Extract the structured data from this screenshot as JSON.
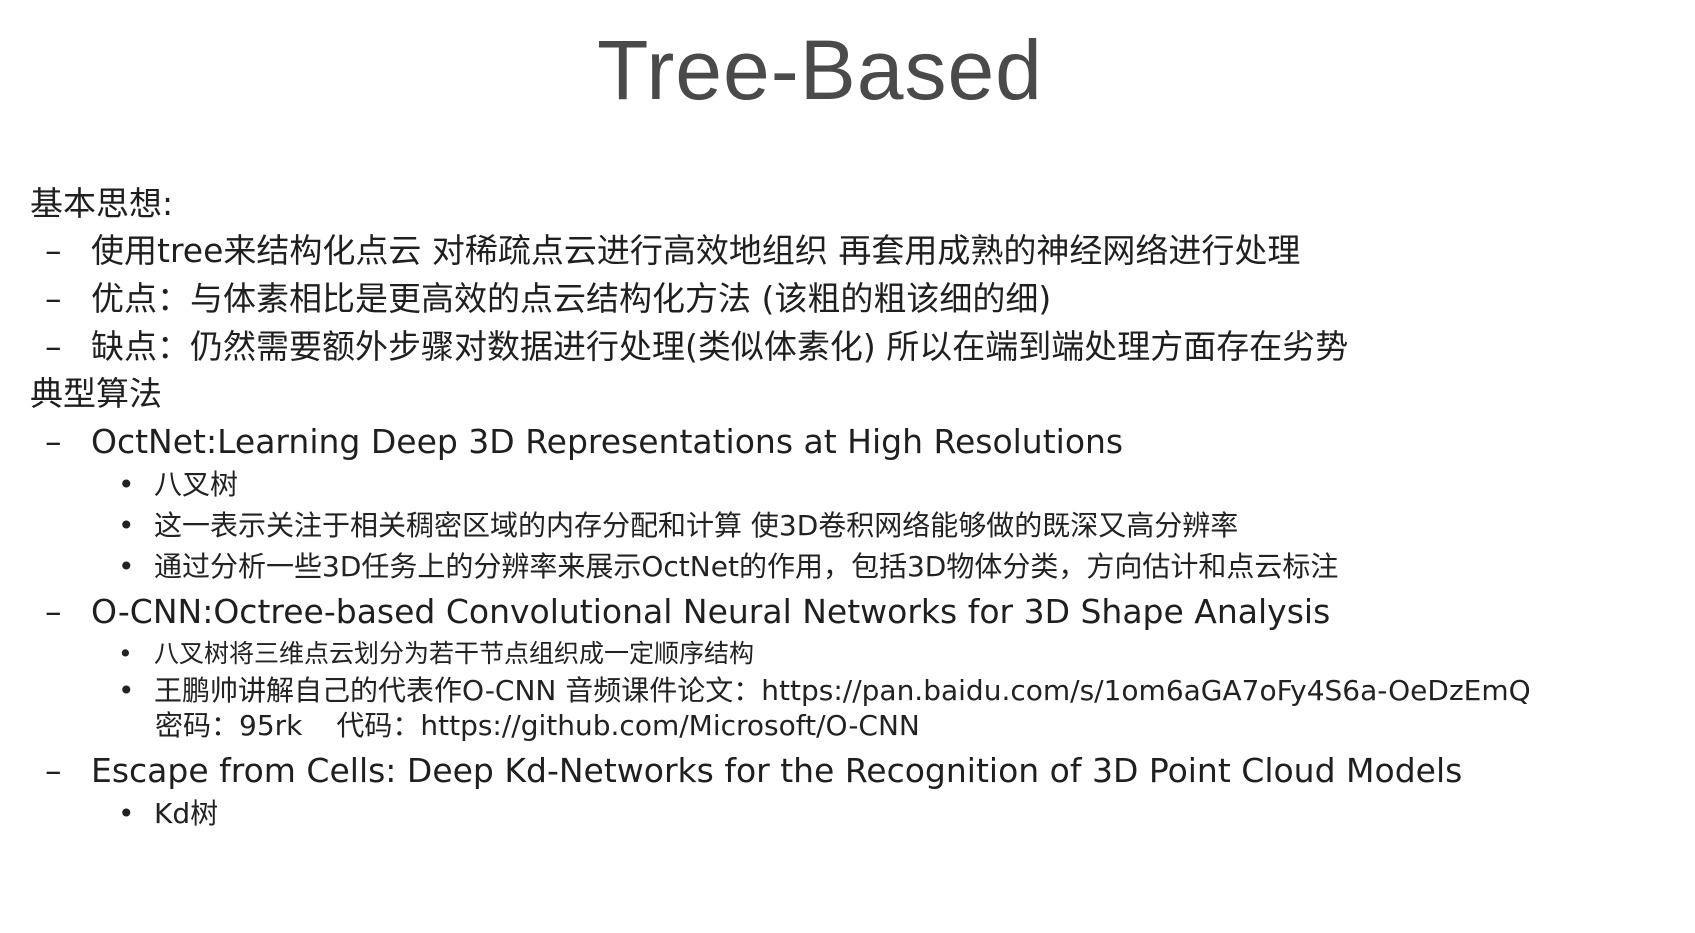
{
  "title": "Tree-Based",
  "basic_idea": {
    "heading": "基本思想:",
    "items": [
      "使用tree来结构化点云 对稀疏点云进行高效地组织 再套用成熟的神经网络进行处理",
      "优点：与体素相比是更高效的点云结构化方法 (该粗的粗该细的细)",
      "缺点：仍然需要额外步骤对数据进行处理(类似体素化) 所以在端到端处理方面存在劣势"
    ]
  },
  "typical": {
    "heading": "典型算法",
    "algorithms": [
      {
        "name": "OctNet:Learning Deep 3D Representations at High Resolutions",
        "bullets": [
          "八叉树",
          "这一表示关注于相关稠密区域的内存分配和计算 使3D卷积网络能够做的既深又高分辨率",
          "通过分析一些3D任务上的分辨率来展示OctNet的作用，包括3D物体分类，方向估计和点云标注"
        ]
      },
      {
        "name": "O-CNN:Octree-based Convolutional Neural Networks for 3D Shape Analysis",
        "bullets": [
          "八叉树将三维点云划分为若干节点组织成一定顺序结构",
          "王鹏帅讲解自己的代表作O-CNN 音频课件论文：https://pan.baidu.com/s/1om6aGA7oFy4S6a-OeDzEmQ"
        ],
        "continuation": {
          "password": "密码：95rk",
          "code": "代码：https://github.com/Microsoft/O-CNN"
        }
      },
      {
        "name": "Escape from Cells: Deep Kd-Networks for the Recognition of 3D Point Cloud Models",
        "bullets": [
          "Kd树"
        ]
      }
    ]
  },
  "symbols": {
    "dash": "–",
    "bullet": "•"
  }
}
